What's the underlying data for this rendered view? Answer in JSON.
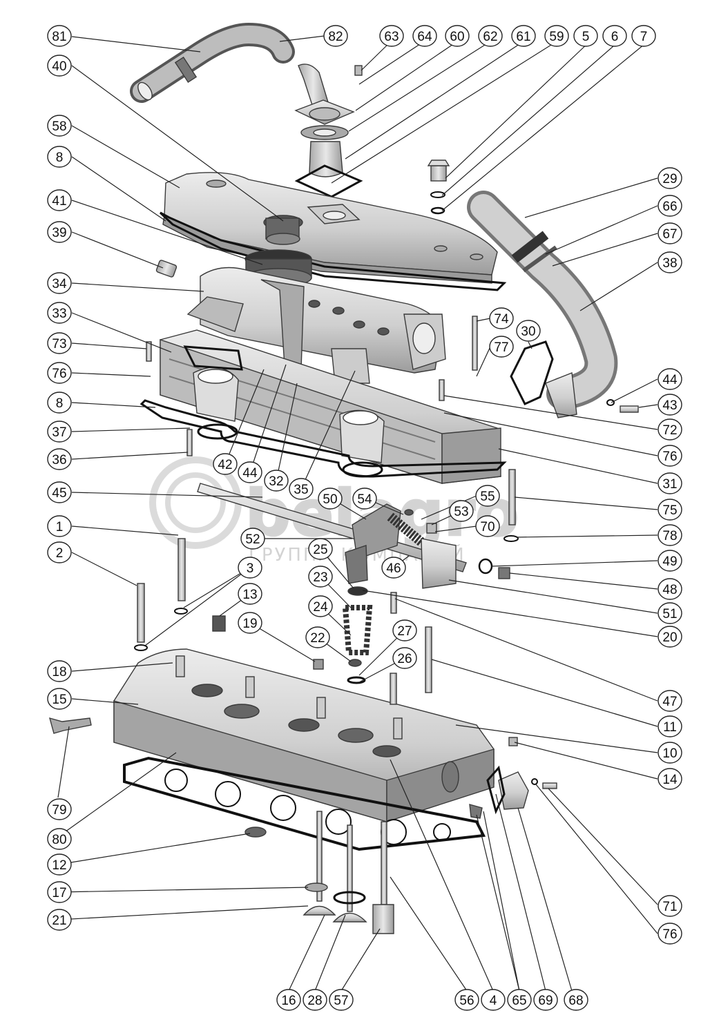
{
  "watermark": {
    "brand": "belagro",
    "tagline": "ГРУППА КОМПАНИЙ"
  },
  "colors": {
    "part_fill": "#d4d4d4",
    "part_shadow": "#9a9a9a",
    "part_dark": "#4a4a4a",
    "gasket": "#111111",
    "callout_stroke": "#222222",
    "watermark": "#cfcfcf"
  },
  "callouts": [
    "81",
    "82",
    "63",
    "64",
    "60",
    "62",
    "61",
    "59",
    "5",
    "6",
    "7",
    "40",
    "58",
    "8",
    "41",
    "39",
    "34",
    "33",
    "73",
    "76",
    "8",
    "37",
    "36",
    "29",
    "66",
    "67",
    "38",
    "74",
    "77",
    "30",
    "44",
    "43",
    "72",
    "76",
    "31",
    "42",
    "44",
    "32",
    "35",
    "45",
    "50",
    "54",
    "55",
    "53",
    "70",
    "75",
    "78",
    "1",
    "52",
    "25",
    "2",
    "3",
    "46",
    "49",
    "48",
    "13",
    "23",
    "51",
    "24",
    "20",
    "19",
    "22",
    "27",
    "26",
    "18",
    "15",
    "79",
    "80",
    "12",
    "17",
    "21",
    "47",
    "11",
    "10",
    "14",
    "71",
    "76",
    "16",
    "28",
    "57",
    "56",
    "4",
    "65",
    "69",
    "68"
  ]
}
